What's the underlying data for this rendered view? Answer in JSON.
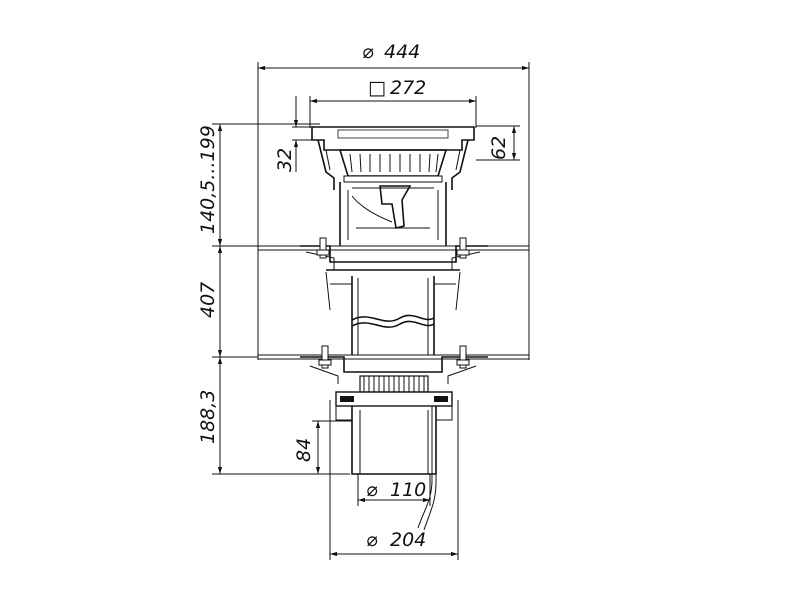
{
  "drawing": {
    "dimensions": {
      "overall_diameter": {
        "symbol": "⌀",
        "value": "444"
      },
      "grate_square": {
        "symbol": "□",
        "value": "272"
      },
      "grate_height": {
        "value": "32"
      },
      "frame_height": {
        "value": "62"
      },
      "upper_adjust": {
        "value": "140,5...199"
      },
      "middle_height": {
        "value": "407"
      },
      "lower_height": {
        "value": "188,3"
      },
      "outlet_length": {
        "value": "84"
      },
      "outlet_diameter": {
        "symbol": "⌀",
        "value": "110"
      },
      "flange_diameter": {
        "symbol": "⌀",
        "value": "204"
      }
    }
  }
}
